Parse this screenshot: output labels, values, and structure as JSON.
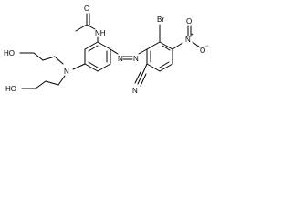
{
  "structure": {
    "atoms": {
      "acetamide_o": "O",
      "amide_nh": "NH",
      "bromine": "Br",
      "nitro_n": "N",
      "nitro_n_charge": "+",
      "nitro_o_top": "O",
      "nitro_o_minus": "O",
      "nitro_o_charge": "−",
      "azo_n1": "N",
      "azo_n2": "N",
      "amine_n": "N",
      "hydroxyl_upper": "HO",
      "hydroxyl_lower": "HO",
      "nitrile_n": "N"
    }
  }
}
